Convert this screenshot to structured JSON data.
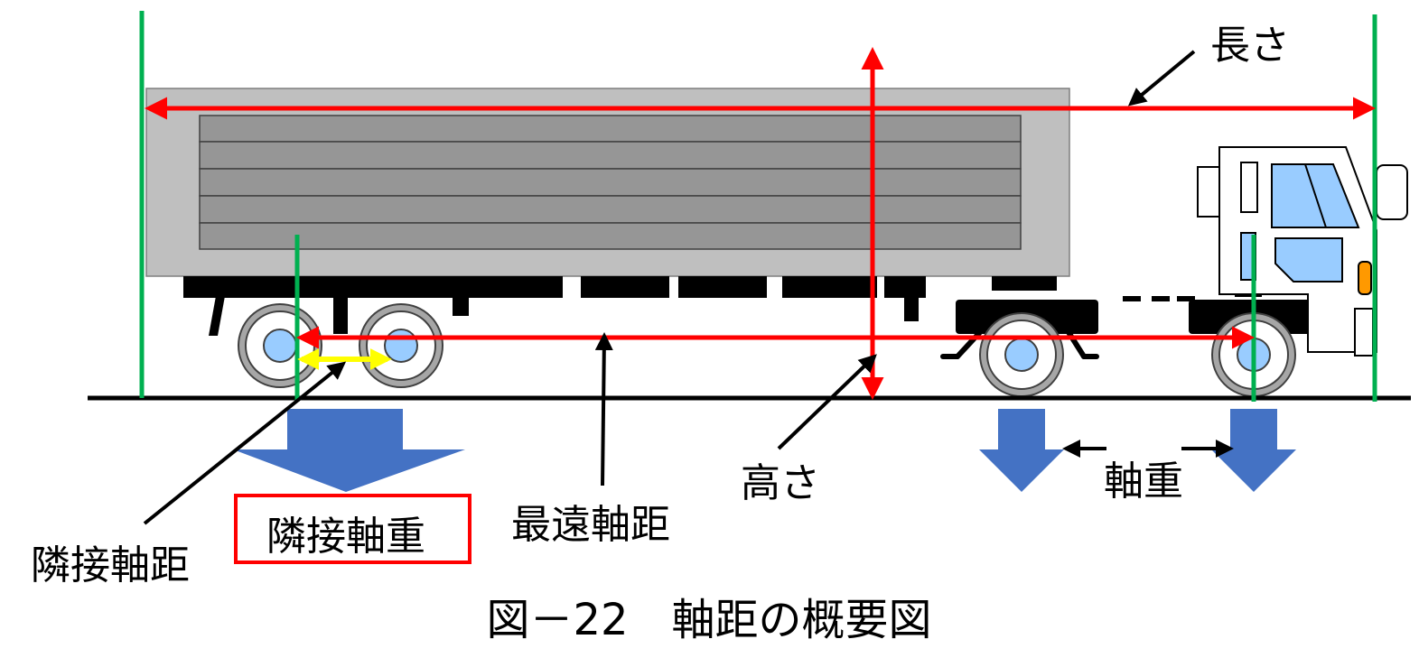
{
  "labels": {
    "length": "長さ",
    "height": "高さ",
    "farthest_axle_distance": "最遠軸距",
    "adjacent_axle_distance": "隣接軸距",
    "adjacent_axle_load": "隣接軸重",
    "axle_load": "軸重"
  },
  "caption": "図－22　軸距の概要図",
  "colors": {
    "measure_arrow": "#ff0000",
    "axle_marker": "#00b050",
    "adjacent_arrow": "#ffff00",
    "load_arrow": "#4472c4",
    "trailer_body": "#bfbfbf",
    "cargo_panel": "#969696",
    "cab_window": "#99ccff",
    "chassis": "#000000",
    "indicator": "#ff9900"
  },
  "icons": {
    "vehicle": "semi-trailer-truck",
    "load_arrow": "down-arrow"
  }
}
